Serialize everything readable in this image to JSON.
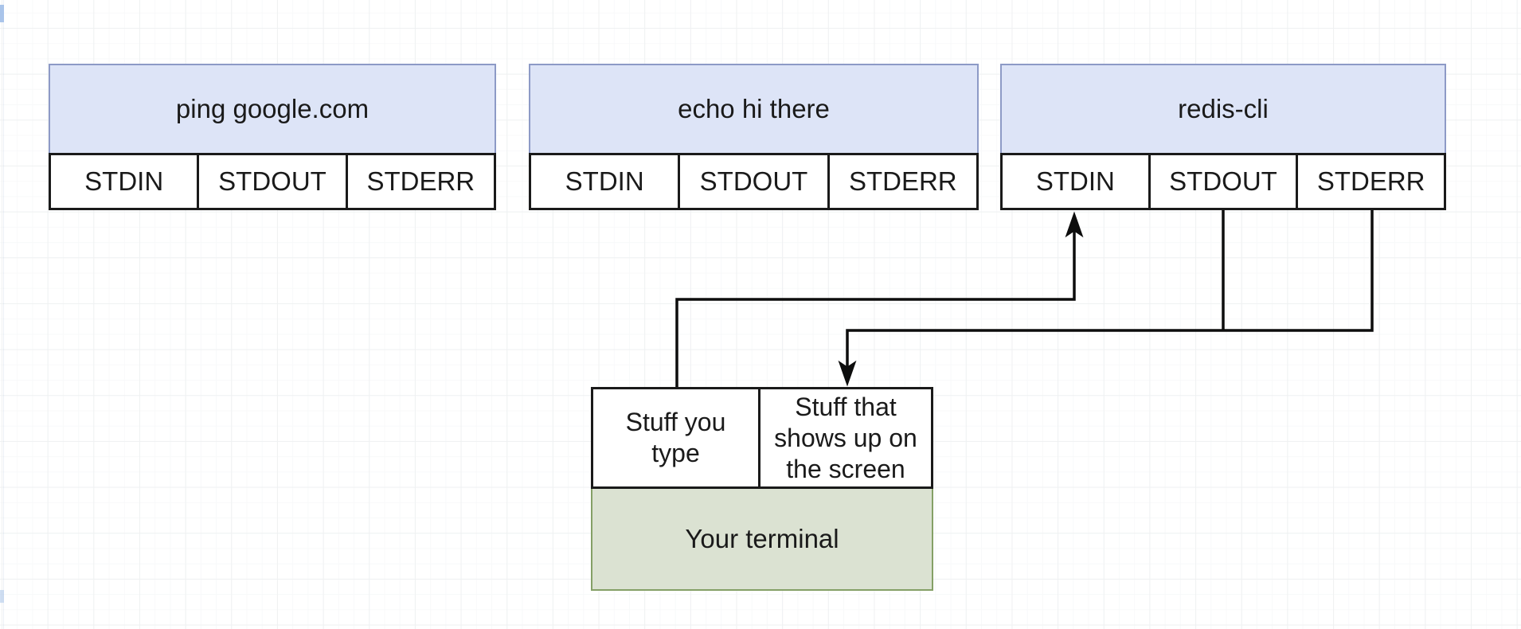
{
  "canvas": {
    "background": "#ffffff",
    "grid_minor_color": "#f8f9fa",
    "grid_major_color": "#eff1f2"
  },
  "diagram": {
    "processes": [
      {
        "title": "ping google.com",
        "streams": [
          "STDIN",
          "STDOUT",
          "STDERR"
        ]
      },
      {
        "title": "echo hi there",
        "streams": [
          "STDIN",
          "STDOUT",
          "STDERR"
        ]
      },
      {
        "title": "redis-cli",
        "streams": [
          "STDIN",
          "STDOUT",
          "STDERR"
        ]
      }
    ],
    "terminal": {
      "input_label": "Stuff you type",
      "output_label": "Stuff that shows up on the screen",
      "title": "Your terminal"
    },
    "edges": [
      {
        "from": "Your terminal / Stuff you type",
        "to": "redis-cli / STDIN"
      },
      {
        "from": "redis-cli / STDOUT",
        "to": "Your terminal / Stuff that shows up on the screen"
      },
      {
        "from": "redis-cli / STDERR",
        "to": "Your terminal / Stuff that shows up on the screen"
      }
    ],
    "colors": {
      "process_header_fill": "#dde4f7",
      "process_header_border": "#8d9ac6",
      "cell_fill": "#ffffff",
      "cell_border": "#1a1a1a",
      "terminal_fill": "#dbe2d2",
      "terminal_border": "#84a066",
      "edge_color": "#0d0d0d"
    }
  }
}
